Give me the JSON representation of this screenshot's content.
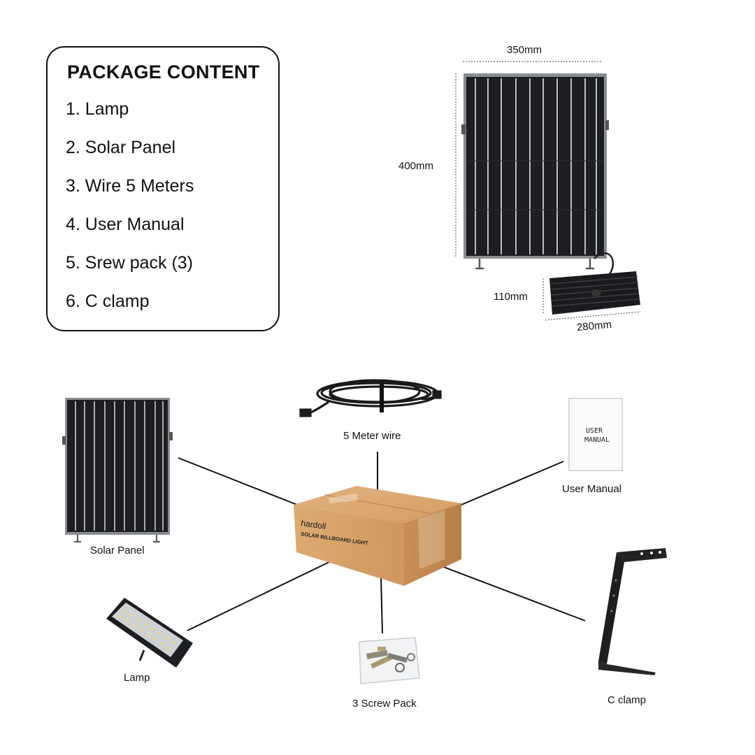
{
  "package": {
    "title": "PACKAGE CONTENT",
    "items": [
      "1. Lamp",
      "2. Solar Panel",
      "3. Wire 5 Meters",
      "4. User Manual",
      "5. Srew pack (3)",
      "6. C clamp"
    ]
  },
  "dimensions": {
    "panel_width": "350mm",
    "panel_height": "400mm",
    "lamp_height": "110mm",
    "lamp_width": "280mm"
  },
  "labels": {
    "wire": "5 Meter wire",
    "manual": "User Manual",
    "solar_panel": "Solar Panel",
    "lamp": "Lamp",
    "screw_pack": "3 Screw Pack",
    "c_clamp": "C clamp"
  },
  "manual_cover": {
    "line1": "USER",
    "line2": "MANUAL"
  },
  "box_print": {
    "brand": "hardoll",
    "product": "SOLAR BILLBOARD LIGHT"
  },
  "colors": {
    "panel_dark": "#1c1e22",
    "cardboard": "#d9a571",
    "line": "#111111"
  }
}
